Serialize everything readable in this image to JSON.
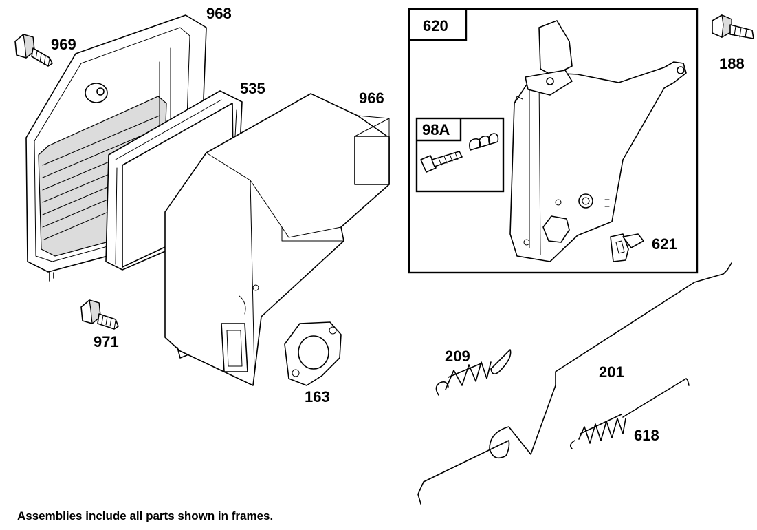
{
  "parts": {
    "p968": "968",
    "p969": "969",
    "p535": "535",
    "p966": "966",
    "p971": "971",
    "p163": "163",
    "p620": "620",
    "p98a": "98A",
    "p621": "621",
    "p188": "188",
    "p209": "209",
    "p201": "201",
    "p618": "618"
  },
  "footnote": "Assemblies include all parts shown in frames."
}
